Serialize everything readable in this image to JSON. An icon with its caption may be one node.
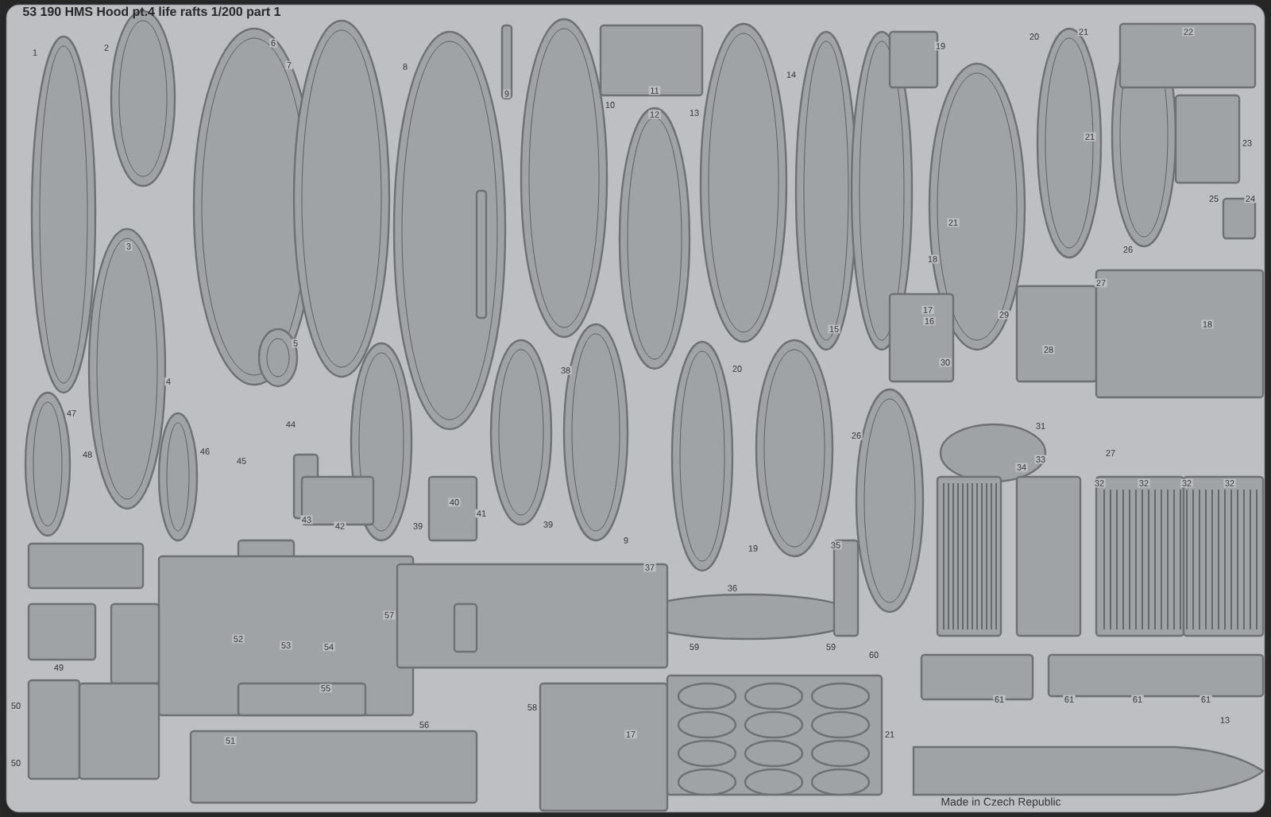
{
  "diagram": {
    "title": "53 190  HMS Hood pt.4 life rafts  1/200  part 1",
    "labels": [
      "1",
      "2",
      "6",
      "7",
      "8",
      "9",
      "11",
      "10",
      "12",
      "13",
      "14",
      "19",
      "20",
      "21",
      "22",
      "3",
      "23",
      "21",
      "25",
      "24",
      "21",
      "26",
      "18",
      "27",
      "5",
      "4",
      "38",
      "20",
      "15",
      "18",
      "16",
      "17",
      "29",
      "30",
      "28",
      "47",
      "44",
      "46",
      "45",
      "43",
      "42",
      "39",
      "40",
      "41",
      "39",
      "9",
      "37",
      "19",
      "35",
      "26",
      "31",
      "34",
      "33",
      "27",
      "32",
      "32",
      "32",
      "32",
      "48",
      "57",
      "52",
      "53",
      "54",
      "49",
      "55",
      "36",
      "50",
      "59",
      "59",
      "58",
      "56",
      "51",
      "17",
      "60",
      "61",
      "61",
      "61",
      "61",
      "13",
      "21",
      "50",
      "Made in Czech Republic"
    ]
  }
}
